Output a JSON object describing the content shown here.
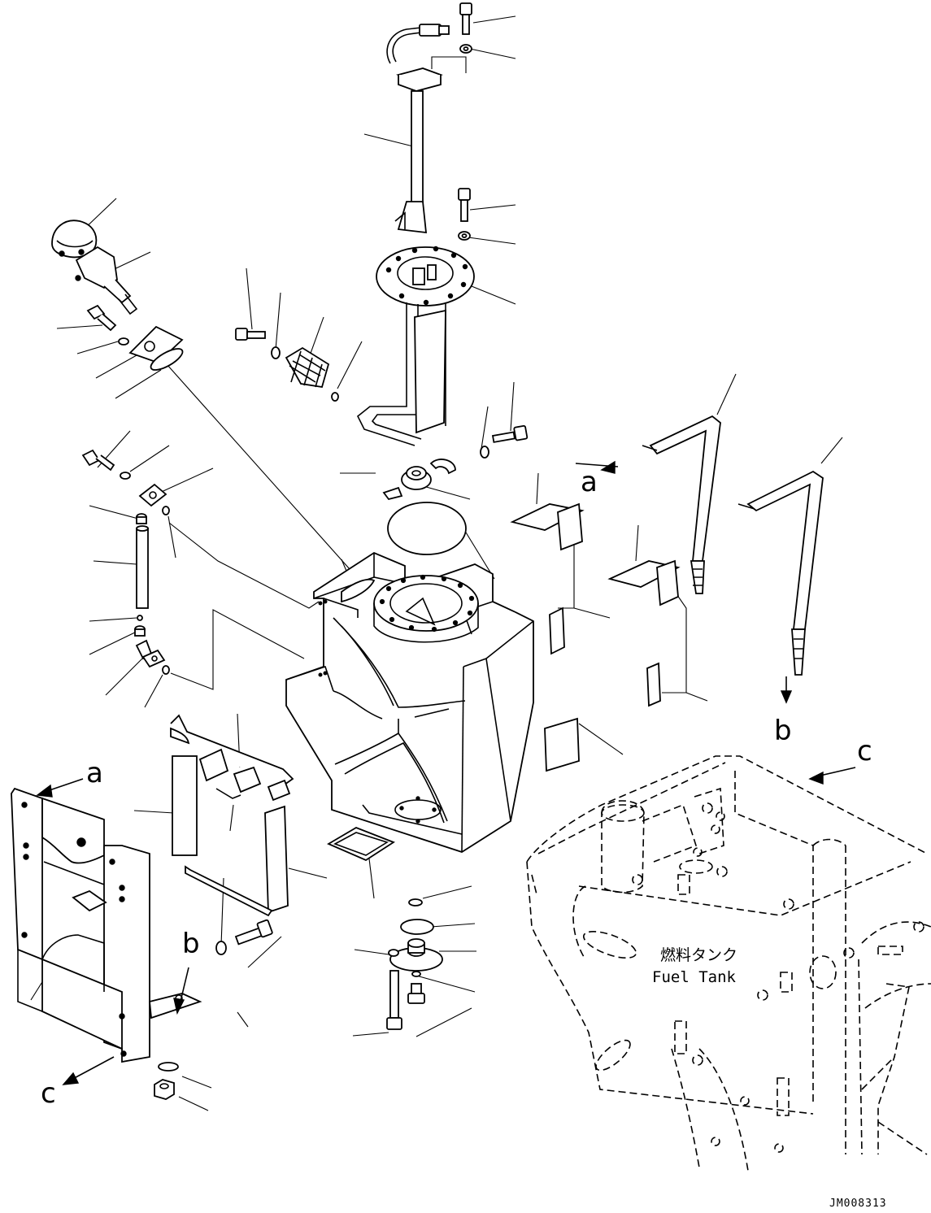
{
  "callout_letters": {
    "a_upper": "a",
    "a_left": "a",
    "b_upper": "b",
    "b_lower": "b",
    "c_right": "c",
    "c_left": "c"
  },
  "fuel_tank_label": {
    "japanese": "燃料タンク",
    "english": "Fuel Tank"
  },
  "drawing_code": "JM008313"
}
